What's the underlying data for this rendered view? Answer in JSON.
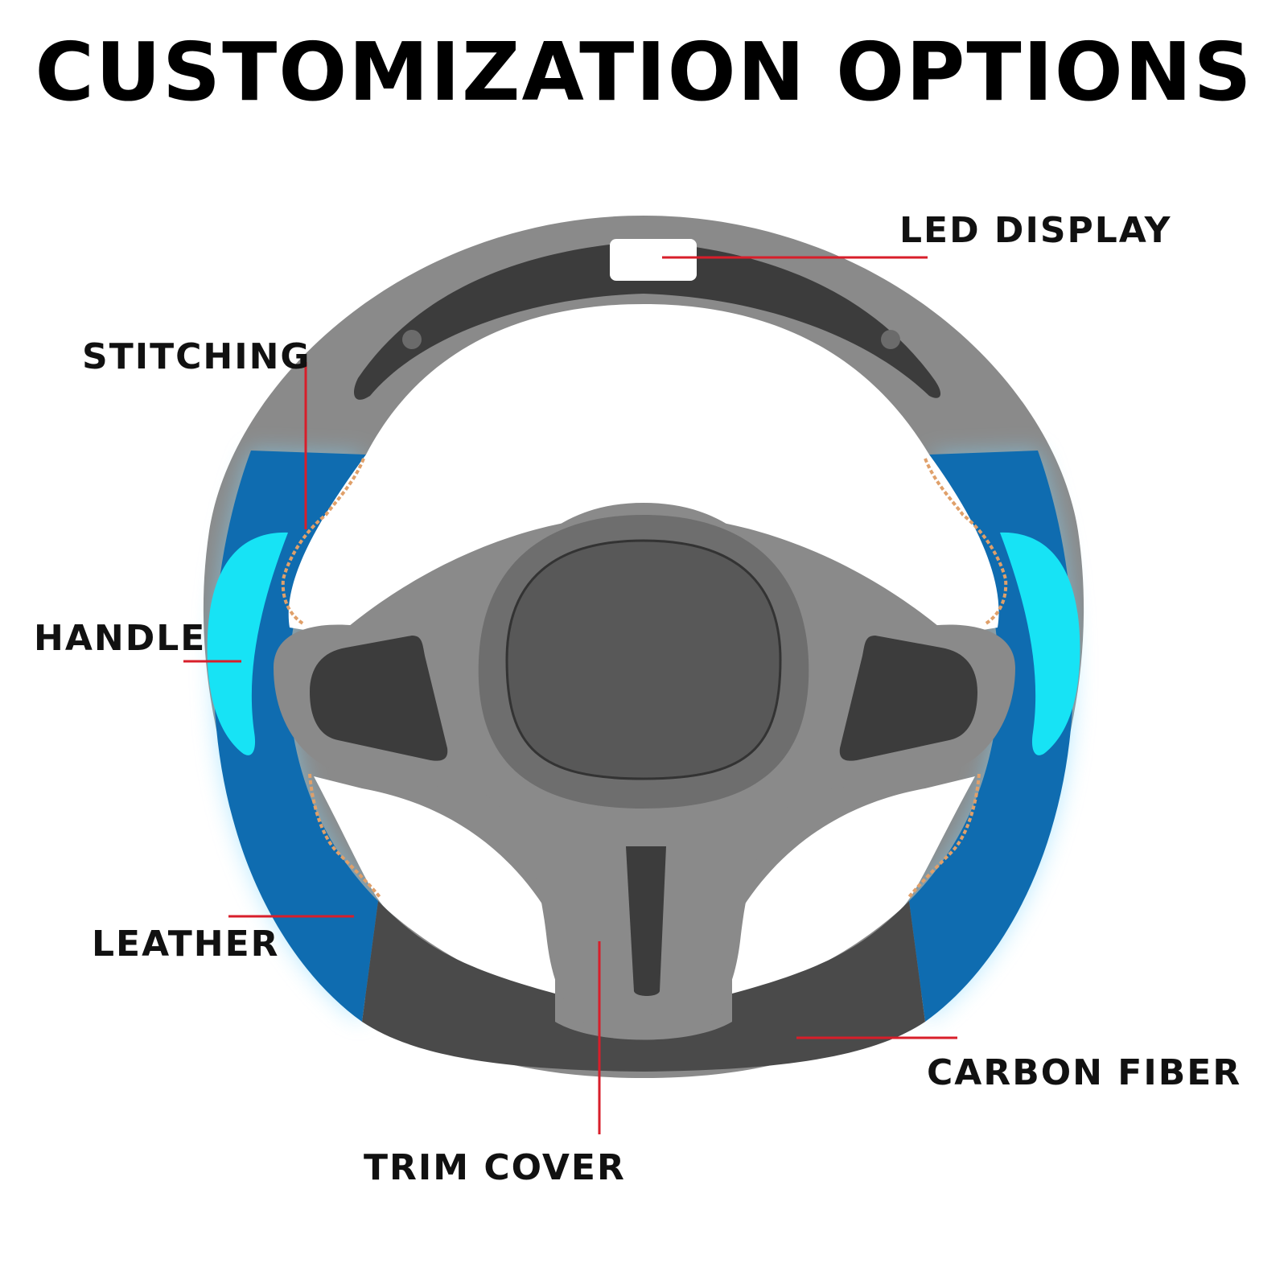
{
  "title": "CUSTOMIZATION OPTIONS",
  "labels": {
    "led_display": "LED DISPLAY",
    "stitching": "STITCHING",
    "handle": "HANDLE",
    "leather": "LEATHER",
    "carbon_fiber": "CARBON FIBER",
    "trim_cover": "TRIM COVER"
  },
  "colors": {
    "rim_gray": "#8a8a8a",
    "dark_gray": "#444444",
    "leather_blue": "#0f6cb0",
    "handle_cyan": "#17e3f5",
    "stitching_orange": "#e0a06a",
    "leader_red": "#d81e2a"
  }
}
